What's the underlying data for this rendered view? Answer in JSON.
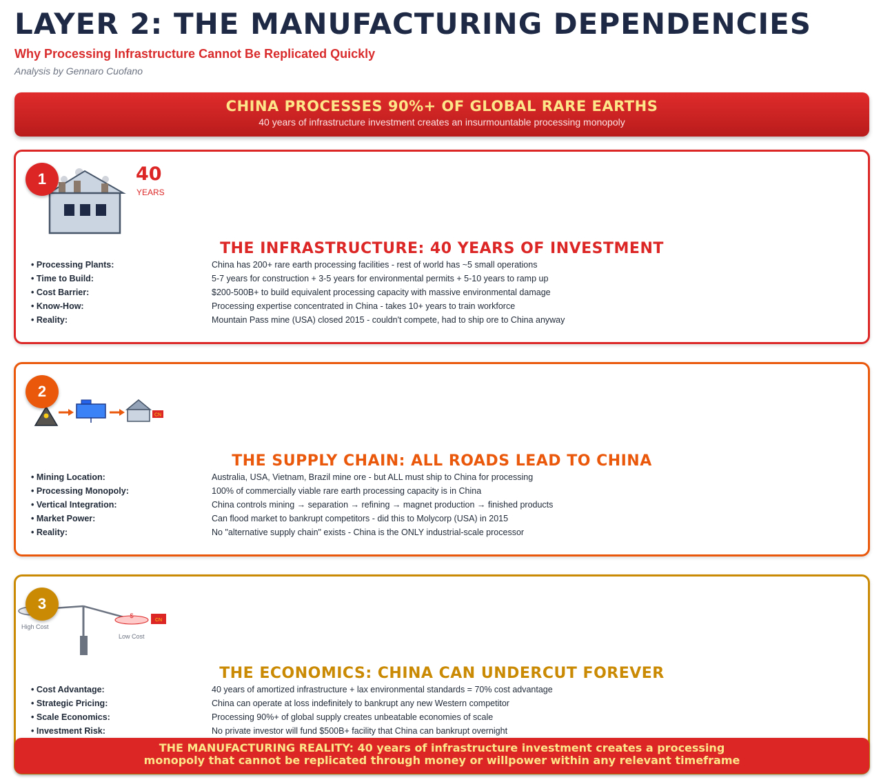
{
  "header": {
    "title": "LAYER 2: THE MANUFACTURING DEPENDENCIES",
    "subtitle": "Why Processing Infrastructure Cannot Be Replicated Quickly",
    "byline": "Analysis by Gennaro Cuofano"
  },
  "banner": {
    "headline": "CHINA PROCESSES 90%+ OF GLOBAL RARE EARTHS",
    "subtext": "40 years of infrastructure investment creates an insurmountable processing monopoly"
  },
  "sections": [
    {
      "number": "1",
      "stat_value": "40",
      "stat_unit": "YEARS",
      "title": "THE INFRASTRUCTURE: 40 YEARS OF INVESTMENT",
      "rows": [
        {
          "label": "Processing Plants:",
          "value": "China has 200+ rare earth processing facilities - rest of world has ~5 small operations"
        },
        {
          "label": "Time to Build:",
          "value": "5-7 years for construction + 3-5 years for environmental permits + 5-10 years to ramp up"
        },
        {
          "label": "Cost Barrier:",
          "value": "$200-500B+ to build equivalent processing capacity with massive environmental damage"
        },
        {
          "label": "Know-How:",
          "value": "Processing expertise concentrated in China - takes 10+ years to train workforce"
        },
        {
          "label": "Reality:",
          "value": "Mountain Pass mine (USA) closed 2015 - couldn't compete, had to ship ore to China anyway"
        }
      ]
    },
    {
      "number": "2",
      "flag_label": "CN",
      "title": "THE SUPPLY CHAIN: ALL ROADS LEAD TO CHINA",
      "rows": [
        {
          "label": "Mining Location:",
          "value": "Australia, USA, Vietnam, Brazil mine ore - but ALL must ship to China for processing"
        },
        {
          "label": "Processing Monopoly:",
          "value": "100% of commercially viable rare earth processing capacity is in China"
        },
        {
          "label": "Vertical Integration:",
          "value": "China controls mining → separation → refining → magnet production → finished products"
        },
        {
          "label": "Market Power:",
          "value": "Can flood market to bankrupt competitors - did this to Molycorp (USA) in 2015"
        },
        {
          "label": "Reality:",
          "value": "No \"alternative supply chain\" exists - China is the ONLY industrial-scale processor"
        }
      ]
    },
    {
      "number": "3",
      "scale_left_label": "High Cost",
      "scale_right_label": "Low Cost",
      "scale_symbol": "$",
      "flag_label": "CN",
      "title": "THE ECONOMICS: CHINA CAN UNDERCUT FOREVER",
      "rows": [
        {
          "label": "Cost Advantage:",
          "value": "40 years of amortized infrastructure + lax environmental standards = 70% cost advantage"
        },
        {
          "label": "Strategic Pricing:",
          "value": "China can operate at loss indefinitely to bankrupt any new Western competitor"
        },
        {
          "label": "Scale Economics:",
          "value": "Processing 90%+ of global supply creates unbeatable economies of scale"
        },
        {
          "label": "Investment Risk:",
          "value": "No private investor will fund $500B+ facility that China can bankrupt overnight"
        }
      ]
    }
  ],
  "footer": {
    "line1": "THE MANUFACTURING REALITY: 40 years of infrastructure investment creates a processing",
    "line2": "monopoly that cannot be replicated through money or willpower within any relevant timeframe"
  },
  "colors": {
    "red": "#dc2626",
    "orange": "#ea580c",
    "gold": "#ca8a04",
    "navy": "#1e2a45",
    "yellow": "#fde68a"
  }
}
